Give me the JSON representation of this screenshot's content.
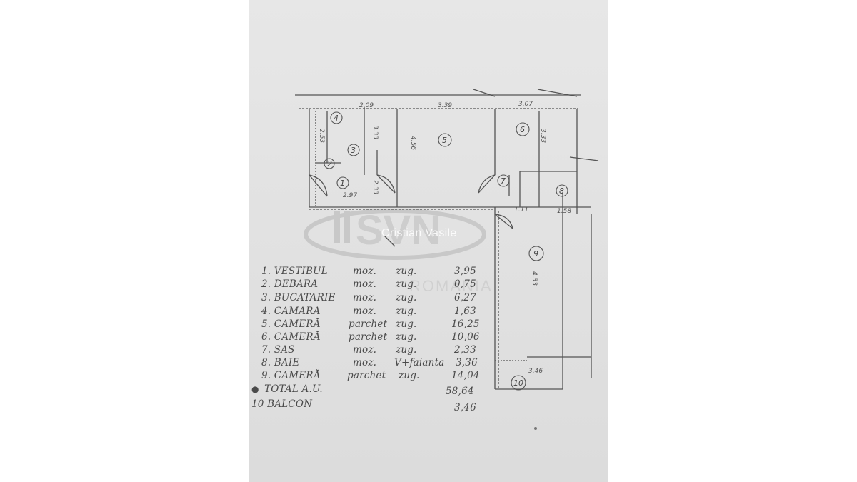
{
  "plan": {
    "dimensions": [
      "2.09",
      "3.39",
      "3.07",
      "2.53",
      "3.33",
      "4.56",
      "2.97",
      "2.33",
      "3.33",
      "1.58",
      "1.11",
      "4.33",
      "3.46"
    ],
    "room_numbers": [
      "1",
      "2",
      "3",
      "4",
      "5",
      "6",
      "7",
      "8",
      "9",
      "10"
    ]
  },
  "legend": {
    "rows": [
      {
        "name": "1. VESTIBUL",
        "floor": "moz.",
        "walls": "zug.",
        "area": "3,95"
      },
      {
        "name": "2. DEBARA",
        "floor": "moz.",
        "walls": "zug.",
        "area": "0,75"
      },
      {
        "name": "3. BUCATARIE",
        "floor": "moz.",
        "walls": "zug.",
        "area": "6,27"
      },
      {
        "name": "4. CAMARA",
        "floor": "moz.",
        "walls": "zug.",
        "area": "1,63"
      },
      {
        "name": "5. CAMERĂ",
        "floor": "parchet",
        "walls": "zug.",
        "area": "16,25"
      },
      {
        "name": "6. CAMERĂ",
        "floor": "parchet",
        "walls": "zug.",
        "area": "10,06"
      },
      {
        "name": "7. SAS",
        "floor": "moz.",
        "walls": "zug.",
        "area": "2,33"
      },
      {
        "name": "8. BAIE",
        "floor": "moz.",
        "walls": "V+faianta",
        "area": "3,36"
      },
      {
        "name": "9. CAMERĂ",
        "floor": "parchet",
        "walls": "zug.",
        "area": "14,04"
      }
    ],
    "total_label": "TOTAL A.U.",
    "total_value": "58,64",
    "balcony_label": "10 BALCON",
    "balcony_value": "3,46"
  },
  "watermark": {
    "name": "Cristian Vasile",
    "logo_text": "SVN ROMANIA"
  },
  "colors": {
    "paper": "#e2e2e2",
    "ink": "#4a4a4a",
    "watermark": "#bdbdbd"
  }
}
